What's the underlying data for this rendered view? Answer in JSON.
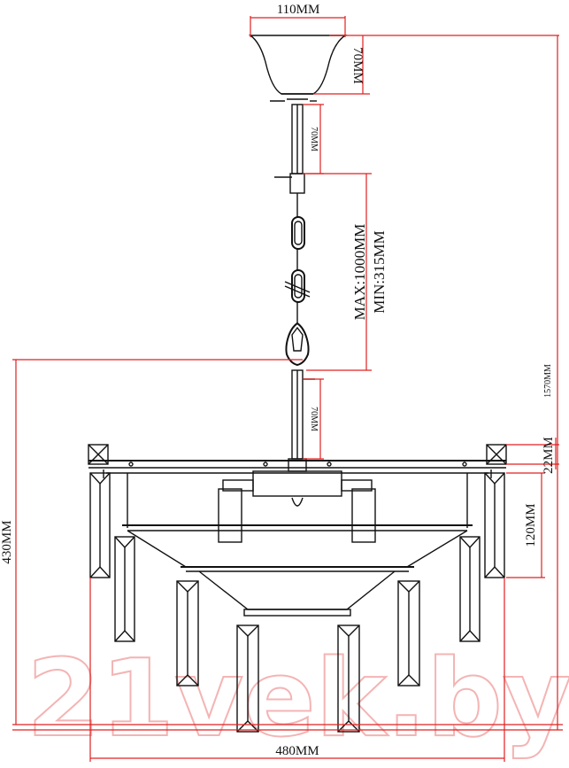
{
  "watermark": "21vek.by",
  "dimensions": {
    "canopy_width": "110MM",
    "canopy_height": "70MM",
    "upper_rod": "70MM",
    "chain_max": "MAX:1000MM",
    "chain_min": "MIN:315MM",
    "lower_rod": "70MM",
    "total_height": "1570MM",
    "body_height": "430MM",
    "top_ring": "22MM",
    "ring_spacing": "120MM",
    "width": "480MM"
  },
  "colors": {
    "dimension_line": "#e02020",
    "outline": "#111111",
    "watermark": "#f4b4b4"
  }
}
